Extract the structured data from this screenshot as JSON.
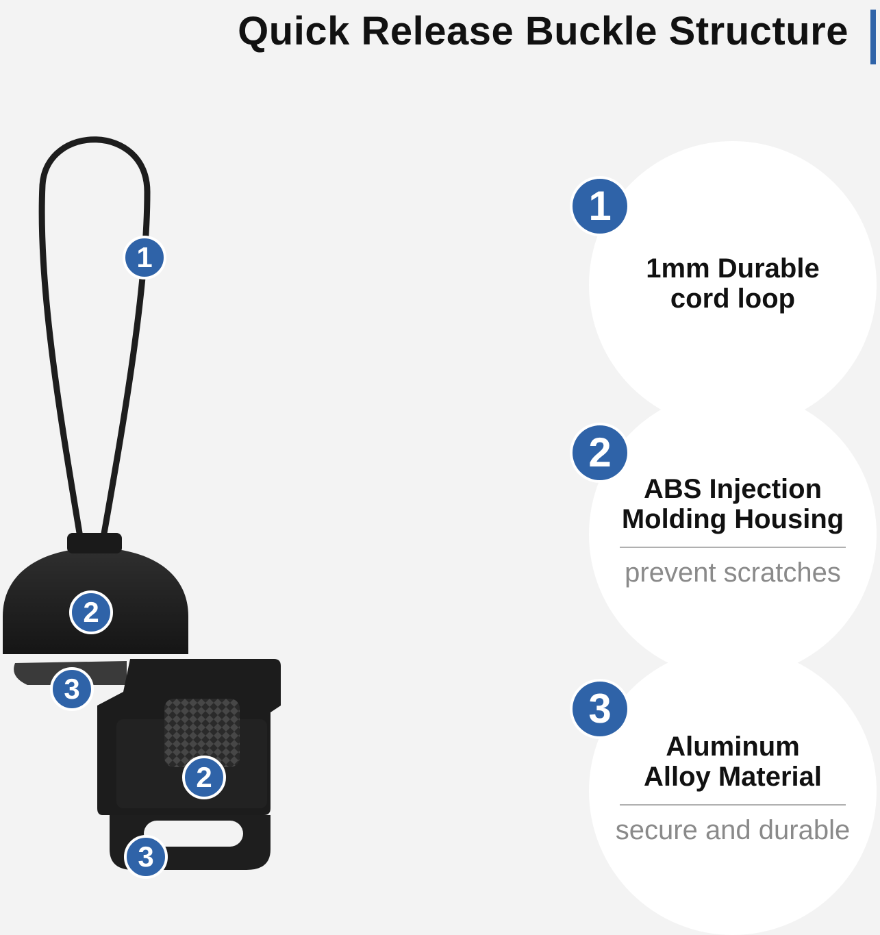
{
  "title": "Quick Release Buckle Structure",
  "colors": {
    "accent": "#2f63a8",
    "background": "#f3f3f3",
    "circle": "#ffffff",
    "product": "#1b1b1b"
  },
  "product_markers": [
    "1",
    "2",
    "3",
    "2",
    "3"
  ],
  "features": [
    {
      "number": "1",
      "title_lines": [
        "1mm Durable",
        "cord loop"
      ],
      "subtitle": ""
    },
    {
      "number": "2",
      "title_lines": [
        "ABS Injection",
        "Molding Housing"
      ],
      "subtitle": "prevent scratches"
    },
    {
      "number": "3",
      "title_lines": [
        "Aluminum",
        "Alloy Material"
      ],
      "subtitle": "secure and durable"
    }
  ]
}
